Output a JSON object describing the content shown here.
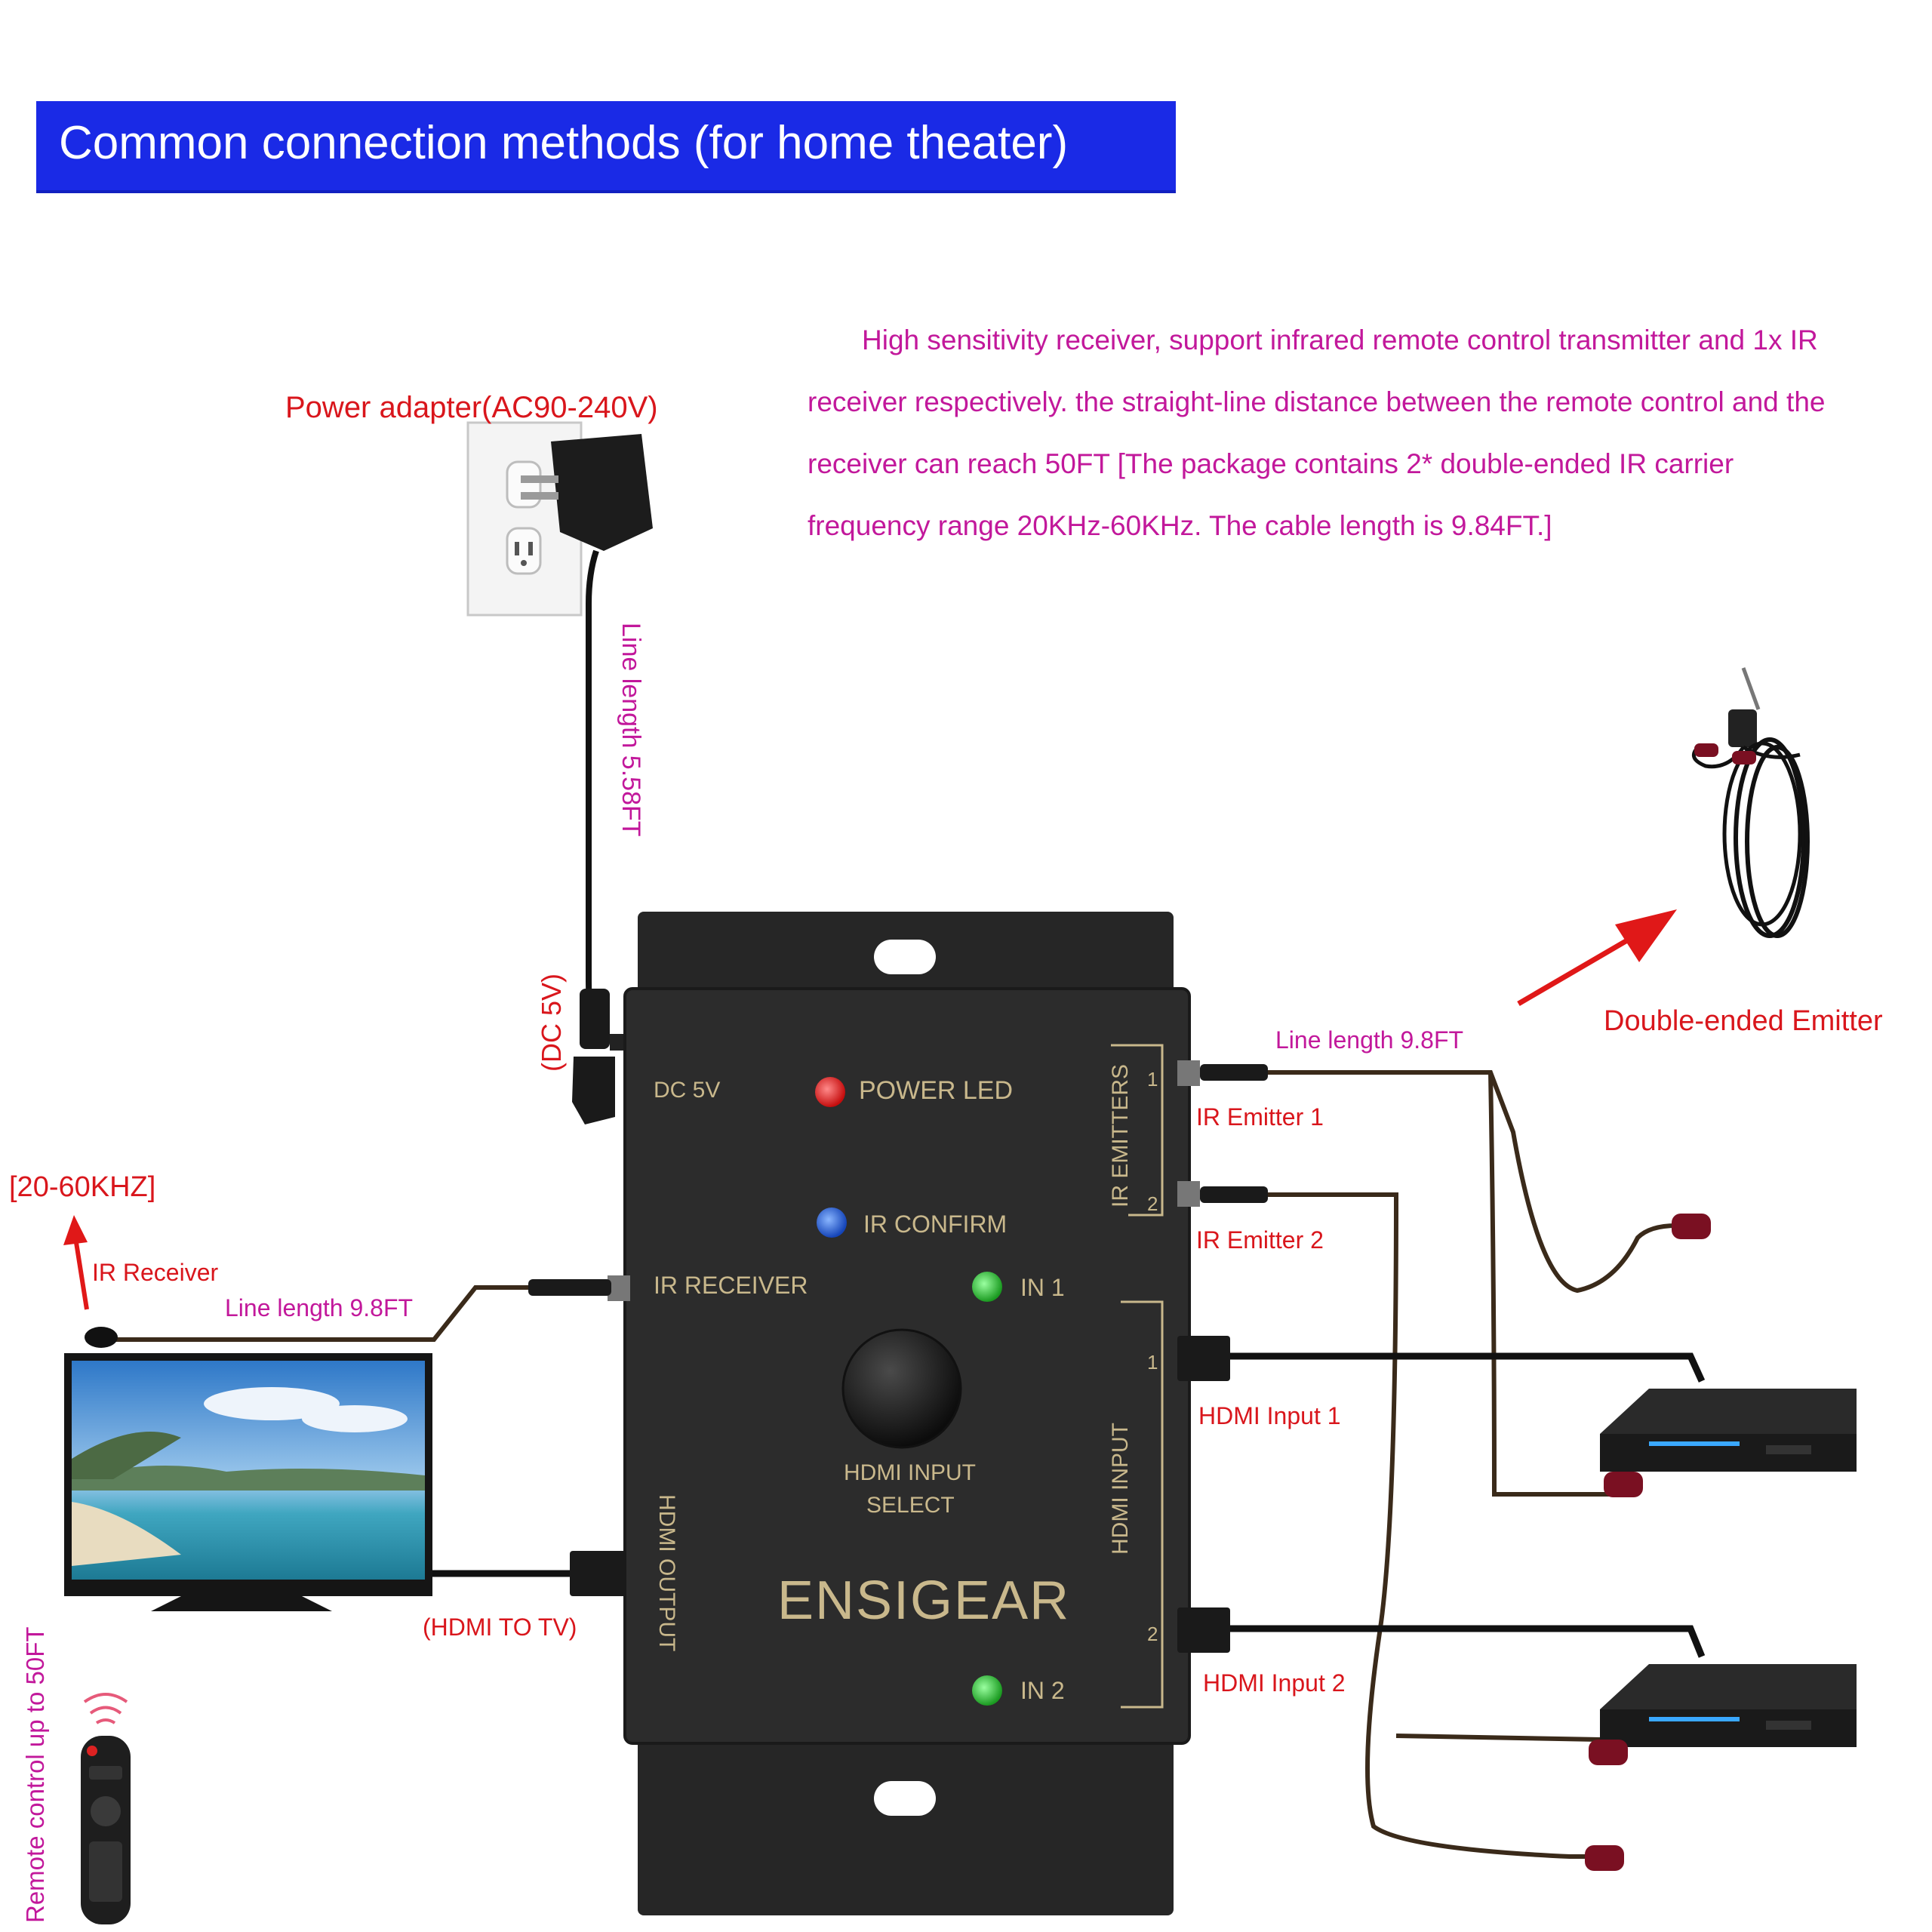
{
  "banner": {
    "title": "Common connection methods (for home theater)"
  },
  "description": "High sensitivity  receiver,    support infrared remote control  transmitter and 1x IR receiver respectively.  the straight-line distance between the  remote control and the receiver can reach 50FT [The package contains 2* double-ended IR carrier frequency range 20KHz-60KHz.  The cable length is 9.84FT.]",
  "labels": {
    "power_adapter": "Power adapter(AC90-240V)",
    "line_length_power": "Line length 5.58FT",
    "dc_5v_cable": "(DC 5V)",
    "line_length_emitter": "Line length 9.8FT",
    "ir_emitter_1": "IR Emitter 1",
    "ir_emitter_2": "IR Emitter 2",
    "double_ended_emitter": "Double-ended Emitter",
    "hdmi_input_1": "HDMI Input 1",
    "hdmi_input_2": "HDMI Input 2",
    "freq": "[20-60KHZ]",
    "ir_receiver": "IR Receiver",
    "line_length_receiver": "Line length 9.8FT",
    "hdmi_to_tv": "(HDMI TO TV)",
    "remote_range": "Remote control up to 50FT"
  },
  "device": {
    "dc_5v": "DC 5V",
    "power_led": "POWER LED",
    "ir_confirm": "IR CONFIRM",
    "ir_receiver": "IR RECEIVER",
    "in1": "IN 1",
    "in2": "IN 2",
    "hdmi_input_select_1": "HDMI INPUT",
    "hdmi_input_select_2": "SELECT",
    "brand": "ENSIGEAR",
    "hdmi_output": "HDMI OUTPUT",
    "ir_emitters": "IR EMITTERS",
    "hdmi_input": "HDMI INPUT",
    "port_1": "1",
    "port_2": "2"
  },
  "colors": {
    "banner": "#1a2ae6",
    "red_label": "#d9161c",
    "magenta_label": "#c2189b",
    "device_body": "#2b2b2b",
    "led_power": "#e21b1b",
    "led_ir": "#1e5fe0",
    "led_in": "#2ec62e"
  }
}
